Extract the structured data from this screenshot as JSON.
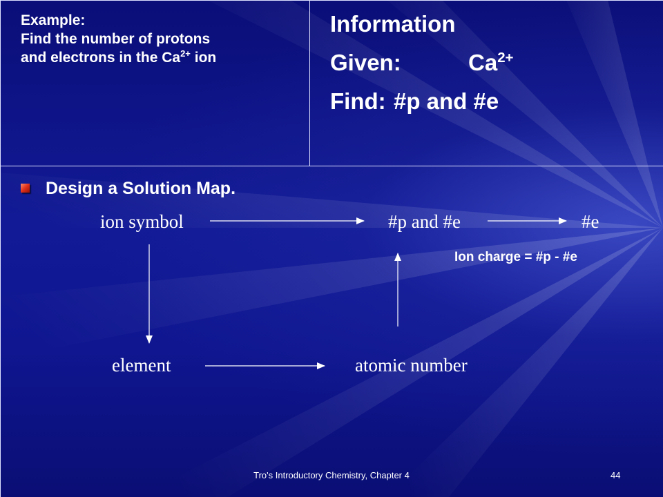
{
  "example": {
    "line1": "Example:",
    "line2": "Find the number of protons",
    "line3_before": "and electrons in the Ca",
    "line3_sup": "2+",
    "line3_after": " ion"
  },
  "information": {
    "title": "Information",
    "given_label": "Given:",
    "given_value": "Ca",
    "given_sup": "2+",
    "find_label": "Find:",
    "find_value": "#p and #e"
  },
  "bullet_text": "Design a Solution Map.",
  "solution_map": {
    "ion_symbol": "ion symbol",
    "p_and_e": "#p and #e",
    "e": "#e",
    "element": "element",
    "atomic_number": "atomic number",
    "ion_charge": "Ion charge = #p - #e"
  },
  "footer": {
    "text": "Tro's Introductory Chemistry, Chapter 4",
    "page": "44"
  },
  "colors": {
    "background": "#0b0f7a",
    "text": "#ffffff",
    "bullet": "#e0301a"
  }
}
